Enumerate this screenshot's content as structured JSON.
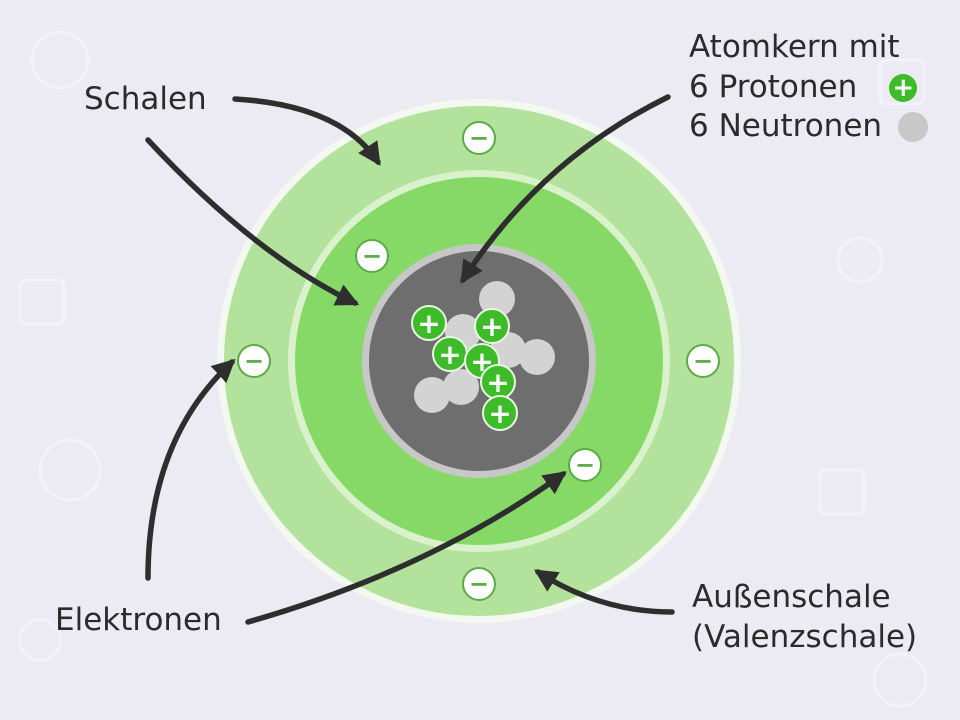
{
  "labels": {
    "schalen": "Schalen",
    "nucleus_title": "Atomkern mit",
    "protons": "6 Protonen",
    "neutrons": "6 Neutronen",
    "elektronen": "Elektronen",
    "outer_shell_1": "Außenschale",
    "outer_shell_2": "(Valenzschale)"
  },
  "symbols": {
    "proton": "+",
    "electron": "−"
  },
  "colors": {
    "background": "#ecebf4",
    "outer_shell": "#b2e29b",
    "inner_shell": "#86d867",
    "nucleus": "#6e6e6e",
    "proton": "#3dbb29",
    "neutron": "#d3d3d3",
    "electron_stroke": "#5bab46",
    "arrow": "#2e2e2e"
  },
  "counts": {
    "protons": 6,
    "neutrons": 6,
    "electrons": 6
  }
}
